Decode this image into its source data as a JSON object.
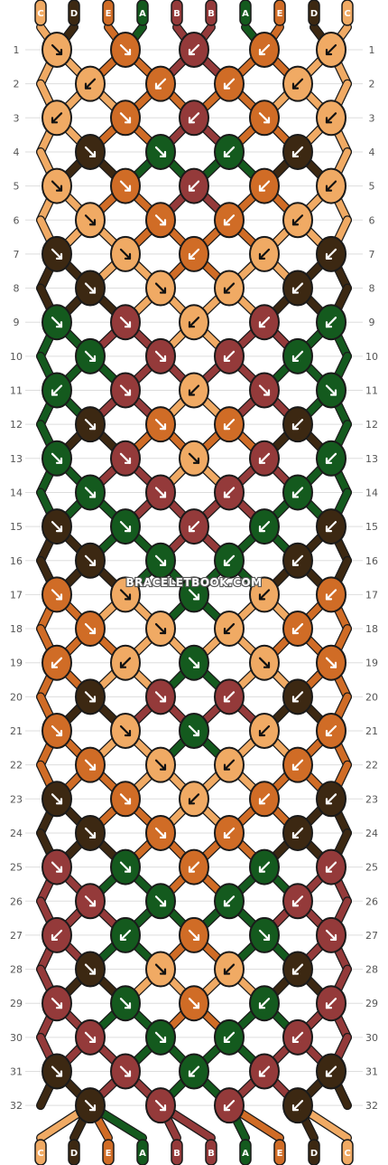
{
  "watermark": "BRACELETBOOK.COM",
  "colors": {
    "C": "#f0aa64",
    "D": "#3c2812",
    "E": "#d06c26",
    "A": "#145a1e",
    "B": "#943a3a"
  },
  "strings": [
    "C",
    "D",
    "E",
    "A",
    "B",
    "B",
    "A",
    "E",
    "D",
    "C"
  ],
  "row_numbers": [
    "1",
    "2",
    "3",
    "4",
    "5",
    "6",
    "7",
    "8",
    "9",
    "10",
    "11",
    "12",
    "13",
    "14",
    "15",
    "16",
    "17",
    "18",
    "19",
    "20",
    "21",
    "22",
    "23",
    "24",
    "25",
    "26",
    "27",
    "28",
    "29",
    "30",
    "31",
    "32"
  ],
  "rows": [
    [
      [
        "C",
        "dr"
      ],
      [
        "E",
        "dr"
      ],
      [
        "B",
        "dl"
      ],
      [
        "E",
        "dl"
      ],
      [
        "C",
        "dl"
      ]
    ],
    [
      [
        "C",
        "dl"
      ],
      [
        "E",
        "dl"
      ],
      [
        "E",
        "dl"
      ],
      [
        "C",
        "dl"
      ]
    ],
    [
      [
        "C",
        "dl"
      ],
      [
        "E",
        "dr"
      ],
      [
        "B",
        "dl"
      ],
      [
        "E",
        "dr"
      ],
      [
        "C",
        "dl"
      ]
    ],
    [
      [
        "D",
        "dr"
      ],
      [
        "A",
        "dr"
      ],
      [
        "A",
        "dl"
      ],
      [
        "D",
        "dl"
      ]
    ],
    [
      [
        "C",
        "dr"
      ],
      [
        "E",
        "dr"
      ],
      [
        "B",
        "dl"
      ],
      [
        "E",
        "dl"
      ],
      [
        "C",
        "dl"
      ]
    ],
    [
      [
        "C",
        "dr"
      ],
      [
        "E",
        "dr"
      ],
      [
        "E",
        "dl"
      ],
      [
        "C",
        "dl"
      ]
    ],
    [
      [
        "D",
        "dr"
      ],
      [
        "C",
        "dr"
      ],
      [
        "E",
        "dl"
      ],
      [
        "C",
        "dl"
      ],
      [
        "D",
        "dl"
      ]
    ],
    [
      [
        "D",
        "dr"
      ],
      [
        "C",
        "dr"
      ],
      [
        "C",
        "dl"
      ],
      [
        "D",
        "dl"
      ]
    ],
    [
      [
        "A",
        "dr"
      ],
      [
        "B",
        "dr"
      ],
      [
        "C",
        "dl"
      ],
      [
        "B",
        "dl"
      ],
      [
        "A",
        "dl"
      ]
    ],
    [
      [
        "A",
        "dr"
      ],
      [
        "B",
        "dr"
      ],
      [
        "B",
        "dl"
      ],
      [
        "A",
        "dl"
      ]
    ],
    [
      [
        "A",
        "dl"
      ],
      [
        "B",
        "dr"
      ],
      [
        "C",
        "dl"
      ],
      [
        "B",
        "dr"
      ],
      [
        "A",
        "dr"
      ]
    ],
    [
      [
        "D",
        "dr"
      ],
      [
        "E",
        "dr"
      ],
      [
        "E",
        "dl"
      ],
      [
        "D",
        "dl"
      ]
    ],
    [
      [
        "A",
        "dr"
      ],
      [
        "B",
        "dr"
      ],
      [
        "C",
        "dr"
      ],
      [
        "B",
        "dl"
      ],
      [
        "A",
        "dl"
      ]
    ],
    [
      [
        "A",
        "dr"
      ],
      [
        "B",
        "dr"
      ],
      [
        "B",
        "dl"
      ],
      [
        "A",
        "dl"
      ]
    ],
    [
      [
        "D",
        "dr"
      ],
      [
        "A",
        "dr"
      ],
      [
        "B",
        "dl"
      ],
      [
        "A",
        "dl"
      ],
      [
        "D",
        "dl"
      ]
    ],
    [
      [
        "D",
        "dr"
      ],
      [
        "A",
        "dr"
      ],
      [
        "A",
        "dl"
      ],
      [
        "D",
        "dl"
      ]
    ],
    [
      [
        "E",
        "dr"
      ],
      [
        "C",
        "dr"
      ],
      [
        "A",
        "dr"
      ],
      [
        "C",
        "dl"
      ],
      [
        "E",
        "dl"
      ]
    ],
    [
      [
        "E",
        "dr"
      ],
      [
        "C",
        "dr"
      ],
      [
        "C",
        "dl"
      ],
      [
        "E",
        "dl"
      ]
    ],
    [
      [
        "E",
        "dl"
      ],
      [
        "C",
        "dl"
      ],
      [
        "A",
        "dr"
      ],
      [
        "C",
        "dr"
      ],
      [
        "E",
        "dr"
      ]
    ],
    [
      [
        "D",
        "dr"
      ],
      [
        "B",
        "dr"
      ],
      [
        "B",
        "dl"
      ],
      [
        "D",
        "dl"
      ]
    ],
    [
      [
        "E",
        "dr"
      ],
      [
        "C",
        "dr"
      ],
      [
        "A",
        "dr"
      ],
      [
        "C",
        "dl"
      ],
      [
        "E",
        "dl"
      ]
    ],
    [
      [
        "E",
        "dr"
      ],
      [
        "C",
        "dr"
      ],
      [
        "C",
        "dl"
      ],
      [
        "E",
        "dl"
      ]
    ],
    [
      [
        "D",
        "dr"
      ],
      [
        "E",
        "dr"
      ],
      [
        "C",
        "dl"
      ],
      [
        "E",
        "dl"
      ],
      [
        "D",
        "dl"
      ]
    ],
    [
      [
        "D",
        "dr"
      ],
      [
        "E",
        "dr"
      ],
      [
        "E",
        "dl"
      ],
      [
        "D",
        "dl"
      ]
    ],
    [
      [
        "B",
        "dr"
      ],
      [
        "A",
        "dr"
      ],
      [
        "E",
        "dl"
      ],
      [
        "A",
        "dl"
      ],
      [
        "B",
        "dl"
      ]
    ],
    [
      [
        "B",
        "dr"
      ],
      [
        "A",
        "dr"
      ],
      [
        "A",
        "dl"
      ],
      [
        "B",
        "dl"
      ]
    ],
    [
      [
        "B",
        "dl"
      ],
      [
        "A",
        "dl"
      ],
      [
        "E",
        "dr"
      ],
      [
        "A",
        "dr"
      ],
      [
        "B",
        "dr"
      ]
    ],
    [
      [
        "D",
        "dr"
      ],
      [
        "C",
        "dr"
      ],
      [
        "C",
        "dl"
      ],
      [
        "D",
        "dl"
      ]
    ],
    [
      [
        "B",
        "dr"
      ],
      [
        "A",
        "dr"
      ],
      [
        "E",
        "dr"
      ],
      [
        "A",
        "dl"
      ],
      [
        "B",
        "dl"
      ]
    ],
    [
      [
        "B",
        "dr"
      ],
      [
        "A",
        "dr"
      ],
      [
        "A",
        "dl"
      ],
      [
        "B",
        "dl"
      ]
    ],
    [
      [
        "D",
        "dr"
      ],
      [
        "B",
        "dr"
      ],
      [
        "A",
        "dl"
      ],
      [
        "B",
        "dl"
      ],
      [
        "D",
        "dl"
      ]
    ],
    [
      [
        "D",
        "dr"
      ],
      [
        "B",
        "dr"
      ],
      [
        "B",
        "dl"
      ],
      [
        "D",
        "dl"
      ]
    ]
  ]
}
